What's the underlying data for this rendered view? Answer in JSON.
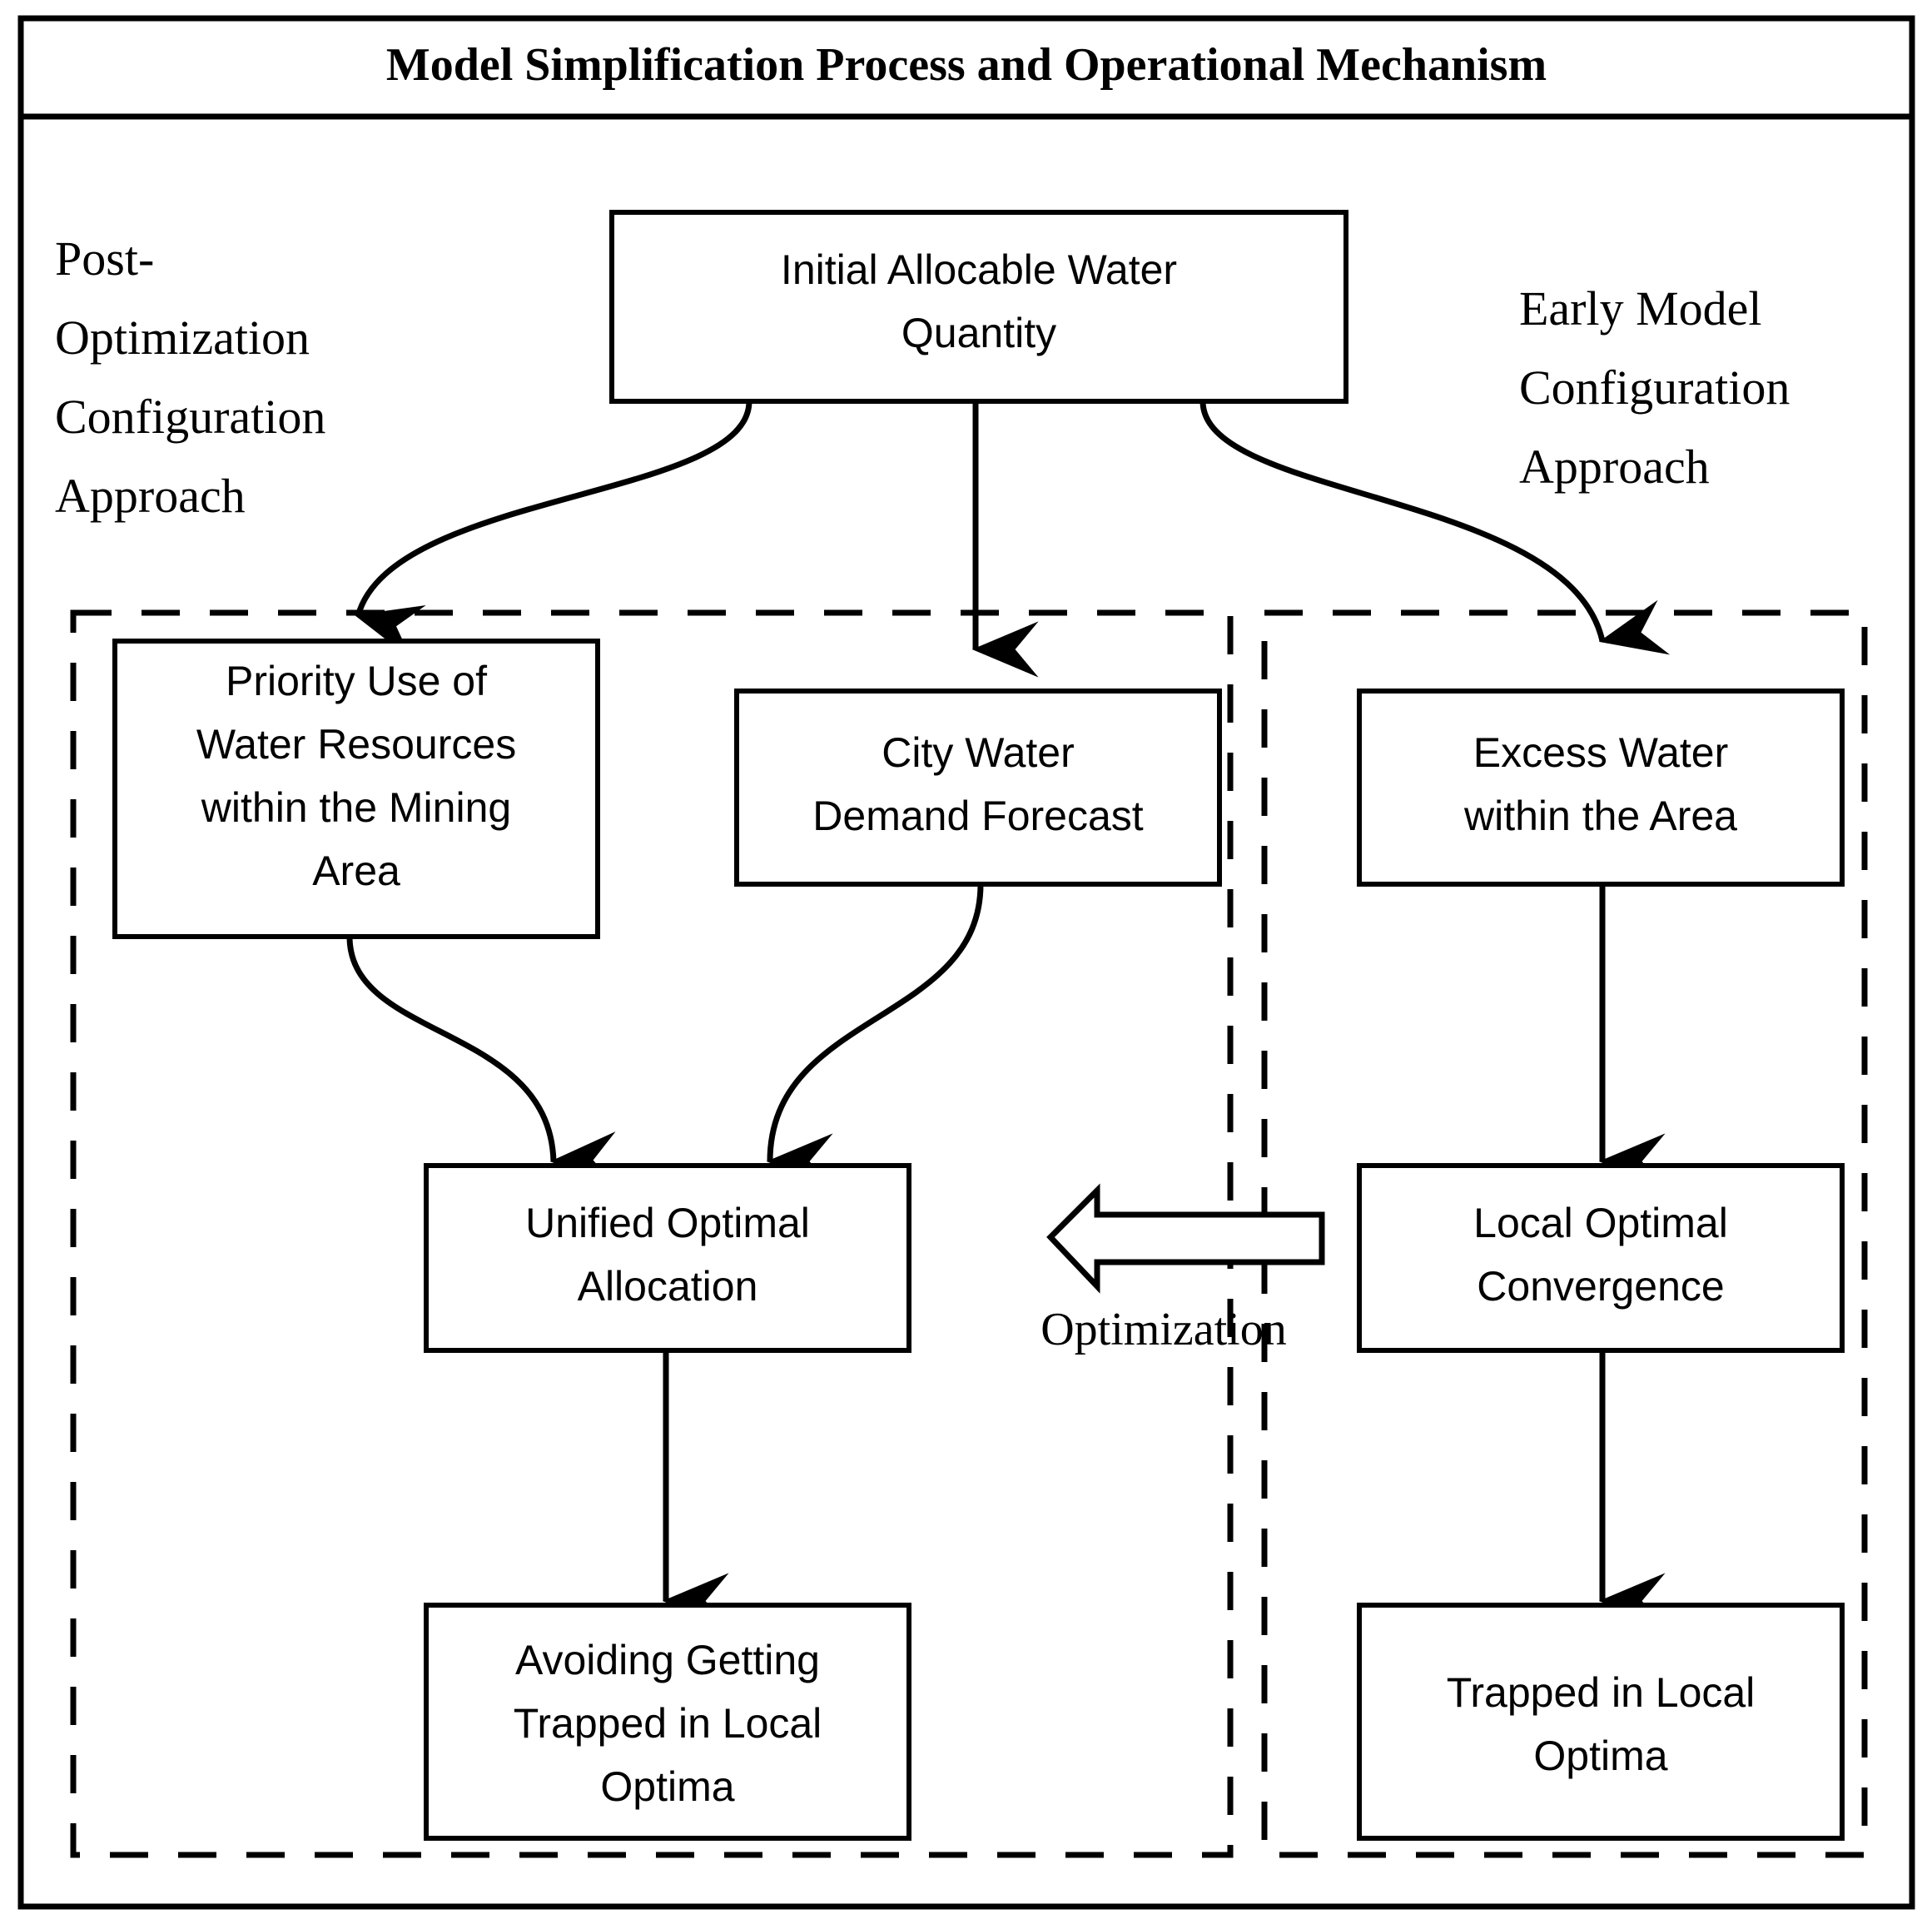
{
  "figure": {
    "title": "Model Simplification Process and Operational Mechanism",
    "side_labels": {
      "left": "Post-\nOptimization\nConfiguration\nApproach",
      "left_lines": [
        "Post-",
        "Optimization",
        "Configuration",
        "Approach"
      ],
      "right": "Early Model\nConfiguration\nApproach",
      "right_lines": [
        "Early Model",
        "Configuration",
        "Approach"
      ]
    },
    "middle_label": "Optimization",
    "colors": {
      "stroke": "#000000",
      "fill": "#ffffff",
      "background": "#ffffff"
    },
    "nodes": [
      {
        "id": "initial-allocable-water-quantity",
        "lines": [
          "Initial Allocable Water",
          "Quantity"
        ]
      },
      {
        "id": "priority-use-of-water-resources",
        "lines": [
          "Priority Use of",
          "Water Resources",
          "within the Mining",
          "Area"
        ]
      },
      {
        "id": "city-water-demand-forecast",
        "lines": [
          "City Water",
          "Demand Forecast"
        ]
      },
      {
        "id": "excess-water-within-the-area",
        "lines": [
          "Excess Water",
          "within the Area"
        ]
      },
      {
        "id": "unified-optimal-allocation",
        "lines": [
          "Unified Optimal",
          "Allocation"
        ]
      },
      {
        "id": "local-optimal-convergence",
        "lines": [
          "Local Optimal",
          "Convergence"
        ]
      },
      {
        "id": "avoiding-getting-trapped-in-local-optima",
        "lines": [
          "Avoiding Getting",
          "Trapped in Local",
          "Optima"
        ]
      },
      {
        "id": "trapped-in-local-optima",
        "lines": [
          "Trapped in Local",
          "Optima"
        ]
      }
    ]
  }
}
